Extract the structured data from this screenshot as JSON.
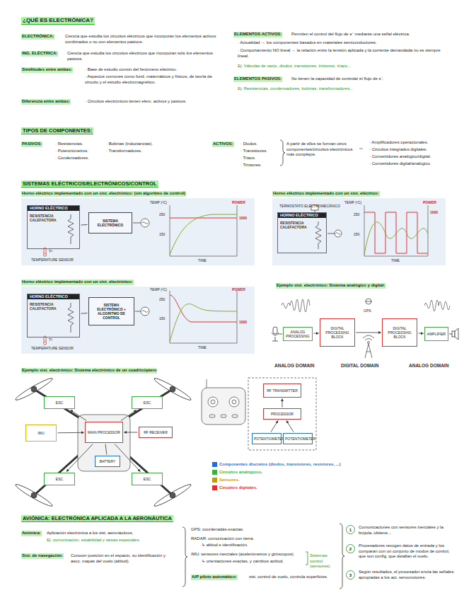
{
  "diagram": {
    "title": "¿QUÉ ES ELECTRÓNICA?",
    "nodes": [
      {
        "text": [
          "HORNO ELÉCTRICO",
          "RESISTENCIA CALEFACTORA"
        ]
      },
      {
        "text": [
          "SISTEMA ELECTRÓNICO"
        ]
      },
      {
        "text": [
          "HORNO ELÉCTRICO",
          "RESISTENCIA CALEFACTORA"
        ]
      },
      {
        "text": [
          "HORNO ELÉCTRICO",
          "RESISTENCIA CALEFACTORA"
        ]
      },
      {
        "text": [
          "SISTEMA ELECTRÓNICO + ALGORITMO DE CONTROL"
        ]
      },
      {
        "text": [
          "ANALOG PROCESSING"
        ]
      },
      {
        "text": [
          "DIGITAL PROCESSING BLOCK"
        ]
      },
      {
        "text": [
          "DIGITAL PROCESSING BLOCK"
        ]
      },
      {
        "text": [
          "AMPLIFIER"
        ]
      },
      {
        "text": [
          "ESC"
        ]
      },
      {
        "text": [
          "ESC"
        ]
      },
      {
        "text": [
          "ESC"
        ]
      },
      {
        "text": [
          "ESC"
        ]
      },
      {
        "text": [
          "IMU"
        ]
      },
      {
        "text": [
          "MAIN PROCESSOR"
        ]
      },
      {
        "text": [
          "BATTERY"
        ]
      },
      {
        "text": [
          "RF RECEIVER"
        ]
      },
      {
        "text": [
          "RF TRANSMITTER"
        ]
      },
      {
        "text": [
          "PROCESSOR"
        ]
      },
      {
        "text": [
          "POTENTIOMETER"
        ]
      },
      {
        "text": [
          "POTENTIOMETER"
        ]
      },
      {
        "text": [
          "1"
        ]
      },
      {
        "text": [
          "2"
        ]
      },
      {
        "text": [
          "3"
        ]
      }
    ],
    "edges": [
      {
        "from": 1,
        "to": 0,
        "arrow": "none"
      },
      {
        "from": 4,
        "to": 3,
        "arrow": "none"
      },
      {
        "from": 5,
        "to": 6,
        "arrow": "to"
      },
      {
        "from": 6,
        "to": 7,
        "arrow": "to"
      },
      {
        "from": 7,
        "to": 8,
        "arrow": "to"
      },
      {
        "from": 14,
        "to": 9,
        "arrow": "to"
      },
      {
        "from": 14,
        "to": 10,
        "arrow": "to"
      },
      {
        "from": 14,
        "to": 11,
        "arrow": "to"
      },
      {
        "from": 14,
        "to": 12,
        "arrow": "to"
      },
      {
        "from": 13,
        "to": 14,
        "arrow": "to"
      },
      {
        "from": 15,
        "to": 14,
        "arrow": "none"
      },
      {
        "from": 16,
        "to": 14,
        "arrow": "to"
      },
      {
        "from": 19,
        "to": 18,
        "arrow": "to"
      },
      {
        "from": 20,
        "to": 18,
        "arrow": "to"
      },
      {
        "from": 18,
        "to": 17,
        "arrow": "to"
      }
    ],
    "labels": [
      "ELECTRÓNICA:",
      "Ciencia que estudia los circuitos eléctricos que incorporan los elementos activos combinados o no con elementos pasivos.",
      "ING. ELÉCTRICA:",
      "Ciencia que estudia los circuitos eléctricos que incorporan sólo los elementos pasivos.",
      "Similitudes entre ambas:",
      "· Base de estudio común del fenómeno eléctrico.",
      "· Aspectos comunes como fund. matemáticos y físicos, de teoría de circuito y el estudio electromagnético.",
      "Diferencia entre ambas:",
      "· Circuitos electrónicos tienen elem. activos y pasivos.",
      "ELEMENTOS ACTIVOS:",
      "Permiten el control del flujo de e⁻ mediante una señal eléctrica.",
      "· Actualidad → los componentes basados en materiales semiconductores.",
      "· Comportamiento NO lineal → la relación entre la tensión aplicada y la corriente demandada no es siempre lineal.",
      "Ej: Válvulas de vacío, diodos, transistores, tiristores, triacs...",
      "ELEMENTOS PASIVOS:",
      "No tienen la capacidad de controlar el flujo de e⁻.",
      "Ej: Resistencias, condensadores, bobinas, transformadores...",
      "TIPOS DE COMPONENTES:",
      "PASIVOS:",
      "· Resistencias.",
      "· Potenciómetros.",
      "· Condensadores.",
      "· Bobinas (inductancias).",
      "· Transformadores.",
      "ACTIVOS:",
      "· Diodos.",
      "· Transistores.",
      "· Triacs.",
      "· Tiristores.",
      "A partir de ellos se forman otros componentes/circuitos electrónicos más complejos.",
      "⇨",
      "· Amplificadores operacionales.",
      "· Circuitos integrados digitales.",
      "· Convertidores analógico/digital.",
      "· Convertidores digital/analógico.",
      "SISTEMAS ELÉCTRICOS/ELECTRÓNICOS/CONTROL",
      "Horno eléctrico implementado con un sist. electrónico: (sin algoritmo de control)",
      "Tª",
      "TEMPERATURE SENSOR",
      "TEMP (ºC)",
      "POWER",
      "TIME",
      "250",
      "150",
      "1000",
      "Horno eléctrico implementado con un sist. eléctrico:",
      "TERMOSTATO ELECTROMECÁNICO",
      "Tª",
      "TEMP (ºC)",
      "POWER",
      "TIME",
      "250",
      "150",
      "1000",
      "Horno eléctrico implementado con un sist. electrónico:",
      "Tª",
      "TEMPERATURE SENSOR",
      "TEMP (ºC)",
      "POWER",
      "TIME",
      "250",
      "150",
      "1000",
      "Ejemplo sist. electrónico: Sistema analógico y digital:",
      "GPS",
      "ANALOG DOMAIN",
      "DIGITAL DOMAIN",
      "ANALOG DOMAIN",
      "Ejemplo sist. electrónico: Sistema electrónico de un cuadricóptero",
      "AVIÓNICA: ELECTRÓNICA APLICADA A LA AERONÁUTICA",
      "Aviónica:",
      "Aplicación electrónica a los sist. aeronáuticos.",
      "Ej: comunicación, estabilidad y tareas especiales.",
      "Sist. de navegación:",
      "Conocer posición en el espacio, su identificación y asoc. mapas del vuelo (altitud).",
      "GPS: coordenadas exactas.",
      "RADAR: comunicación con tierra.",
      "↳ altitud e identificación.",
      "IMU: sensores inerciales (acelerómetros y giróscopos)",
      "↳ orientaciones exactas, y cambios actitud.",
      "Sistemas control (sensores)",
      "A/P piloto automático:",
      "sist. control de vuelo, controla superficies.",
      "Comunicaciones con sensores inerciales y la brújula, obtiene...",
      "Procesadores recogen datos de entrada y los comparan con un conjunto de modos de control, que son config. que detallan el vuelo.",
      "Según resultados, el procesador envía las señales apropiadas a los act. servomotores."
    ],
    "legend": [
      {
        "text": "Componentes discretos (diodos, transistores, resistores, ...)",
        "color": "#1e6fd9"
      },
      {
        "text": "Circuitos analógicos.",
        "color": "#3cb043"
      },
      {
        "text": "Sensores.",
        "color": "#c99a00"
      },
      {
        "text": "Circuitos digitales.",
        "color": "#e03030"
      }
    ]
  }
}
